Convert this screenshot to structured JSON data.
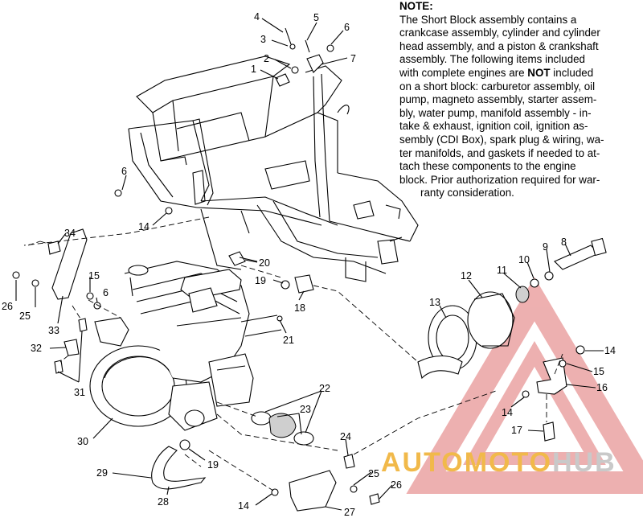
{
  "note": {
    "title": "NOTE:",
    "lines": [
      "The Short Block assembly contains a",
      "crankcase assembly, cylinder and cylinder",
      "head assembly, and a piston & crankshaft",
      "assembly.  The following items included",
      "with complete engines are ",
      "on a short block:  carburetor assembly, oil",
      "pump, magneto assembly, starter assem-",
      "bly, water pump, manifold assembly - in-",
      "take & exhaust, ignition coil, ignition as-",
      "sembly (CDI Box), spark plug & wiring, wa-",
      "ter manifolds, and gaskets if needed to at-",
      "tach these components to the engine",
      "block.  Prior authorization required for war-",
      "ranty consideration."
    ],
    "emphasis": "NOT",
    "after_emphasis": " included"
  },
  "callouts": {
    "c1": "1",
    "c2": "2",
    "c3": "3",
    "c4": "4",
    "c5": "5",
    "c6a": "6",
    "c7": "7",
    "c6b": "6",
    "c14a": "14",
    "c34": "34",
    "c33": "33",
    "c26a": "26",
    "c25a": "25",
    "c15a": "15",
    "c6c": "6",
    "c20": "20",
    "c19a": "19",
    "c18": "18",
    "c21": "21",
    "c32": "32",
    "c31": "31",
    "c30": "30",
    "c29": "29",
    "c28": "28",
    "c19b": "19",
    "c22": "22",
    "c23": "23",
    "c24": "24",
    "c13": "13",
    "c12": "12",
    "c11": "11",
    "c10": "10",
    "c9": "9",
    "c8": "8",
    "c14b": "14",
    "c15b": "15",
    "c16": "16",
    "c14c": "14",
    "c17": "17",
    "c25b": "25",
    "c26b": "26",
    "c14d": "14",
    "c27": "27"
  },
  "watermark": {
    "part1": "AUTOMOTO",
    "part2": "HUB"
  },
  "colors": {
    "watermark_orange": "#f1b94a",
    "watermark_gray": "#c9c9c9",
    "triangle_red": "#e07070"
  }
}
